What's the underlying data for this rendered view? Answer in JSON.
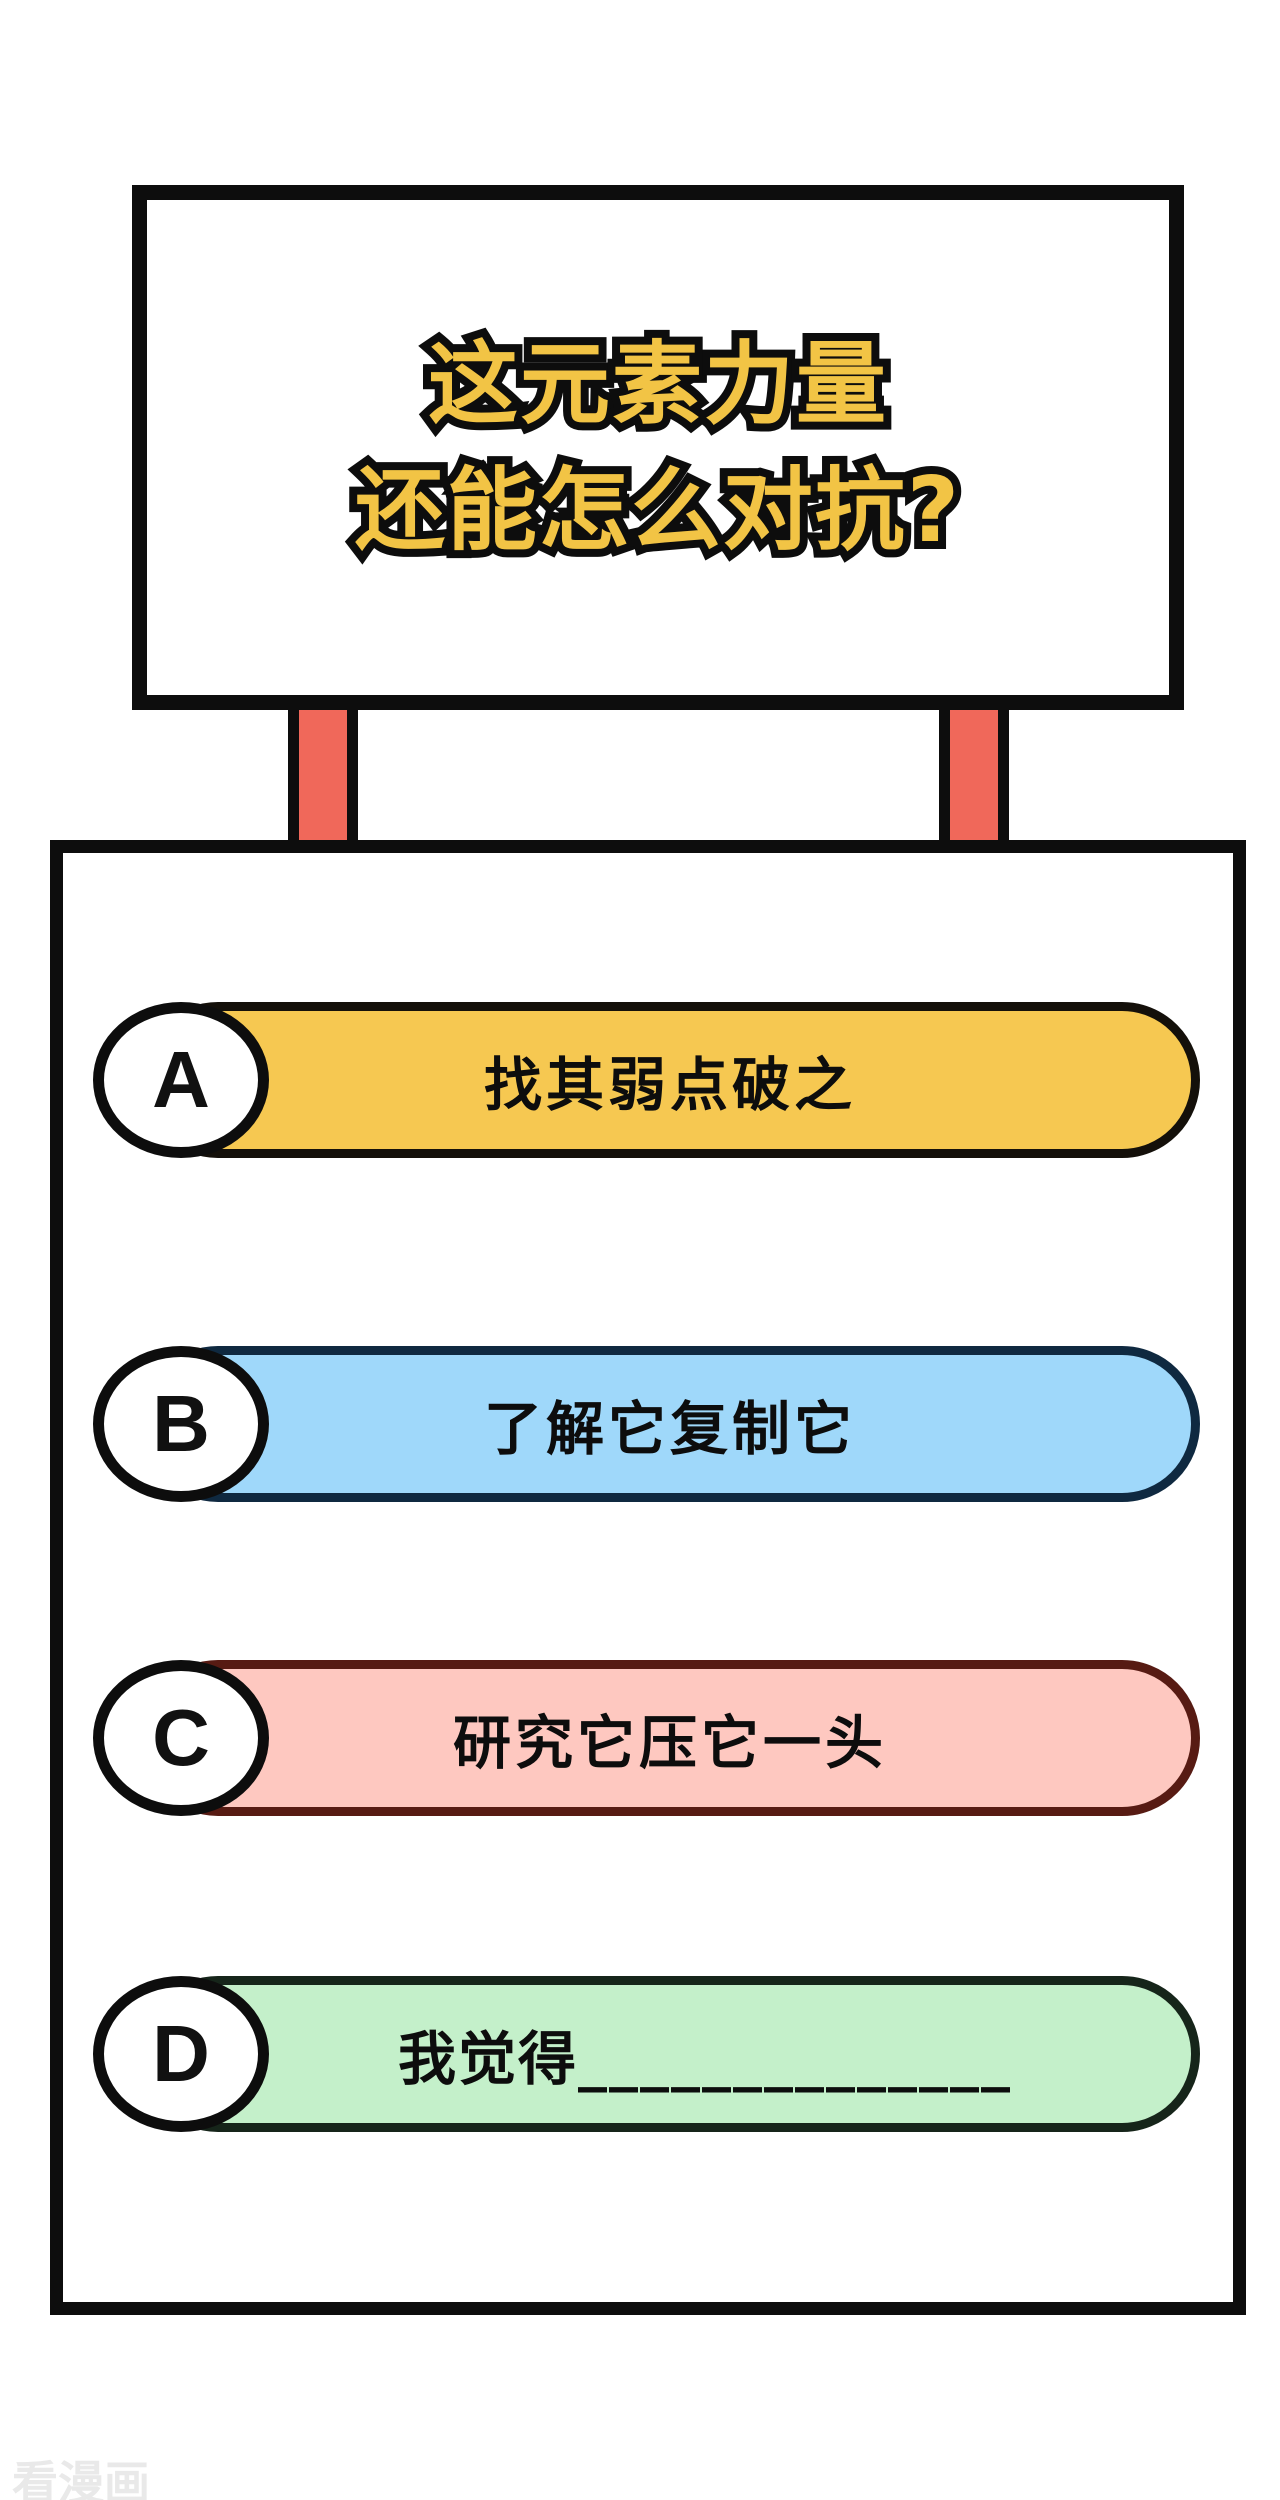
{
  "sign": {
    "line1": "这元素力量",
    "line2": "还能怎么对抗?"
  },
  "options": [
    {
      "letter": "A",
      "text": "找其弱点破之",
      "fill": "#F6C851",
      "border": "#14100A"
    },
    {
      "letter": "B",
      "text": "了解它复制它",
      "fill": "#9FD8FA",
      "border": "#0F2940"
    },
    {
      "letter": "C",
      "text": "研究它压它一头",
      "fill": "#FEC8C0",
      "border": "#571B13"
    },
    {
      "letter": "D",
      "text": "我觉得______________",
      "fill": "#C4F0CA",
      "border": "#16251A"
    }
  ],
  "watermark": "看漫画",
  "colors": {
    "background": "#FFFFFF",
    "outline_black": "#0D0D0D",
    "title_yellow": "#F2C445",
    "post_red": "#F0685A",
    "watermark_gray": "#E9E9E9"
  }
}
